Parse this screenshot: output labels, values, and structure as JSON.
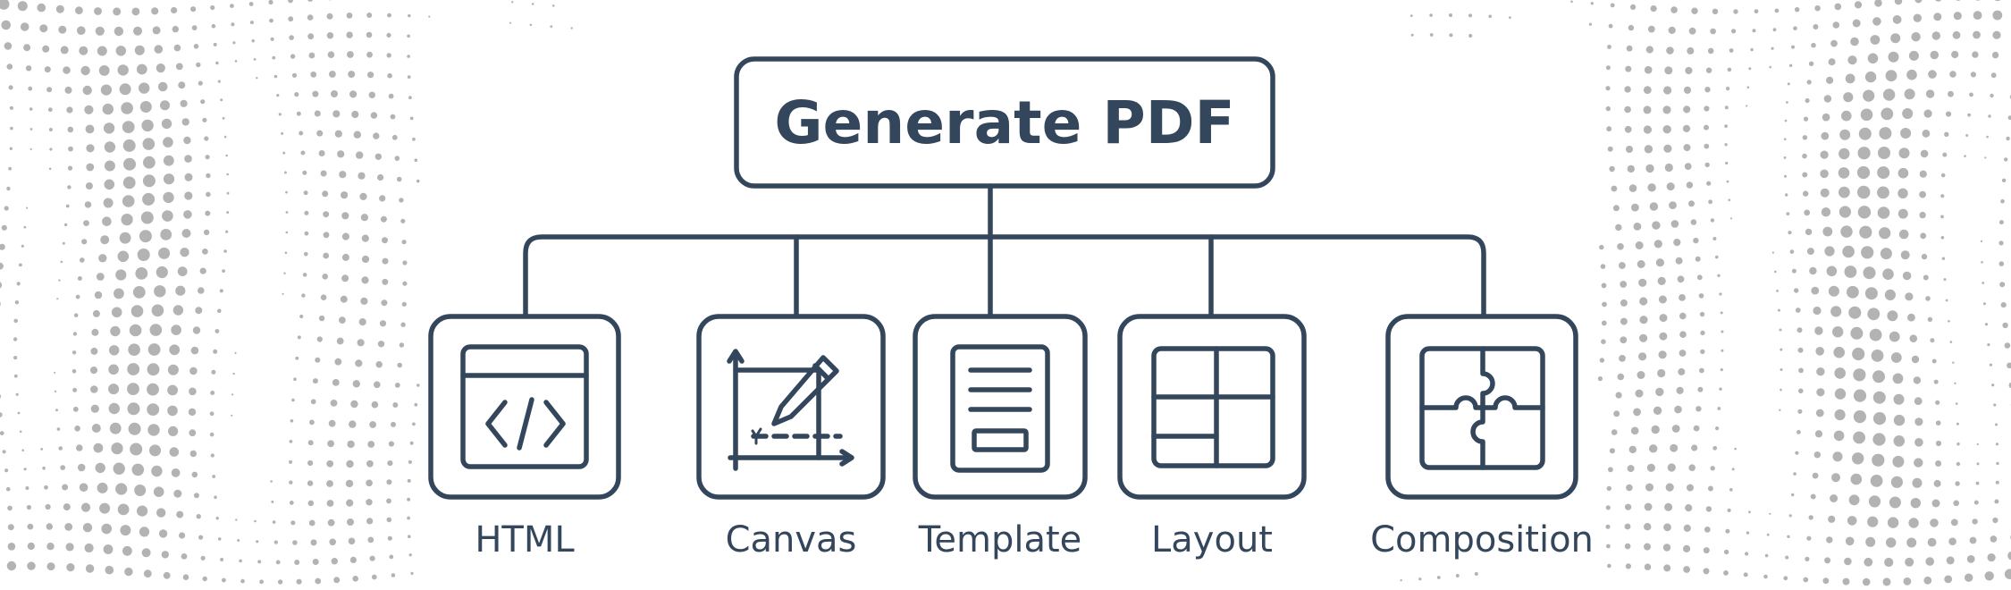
{
  "diagram": {
    "root": {
      "label": "Generate PDF"
    },
    "children": [
      {
        "label": "HTML",
        "icon": "html-code-window-icon"
      },
      {
        "label": "Canvas",
        "icon": "canvas-pencil-icon"
      },
      {
        "label": "Template",
        "icon": "template-document-icon"
      },
      {
        "label": "Layout",
        "icon": "layout-grid-icon"
      },
      {
        "label": "Composition",
        "icon": "composition-puzzle-icon"
      }
    ]
  },
  "colors": {
    "stroke": "#33465c",
    "text": "#34465c",
    "background": "#ffffff",
    "dots": "#b3b3b3"
  }
}
